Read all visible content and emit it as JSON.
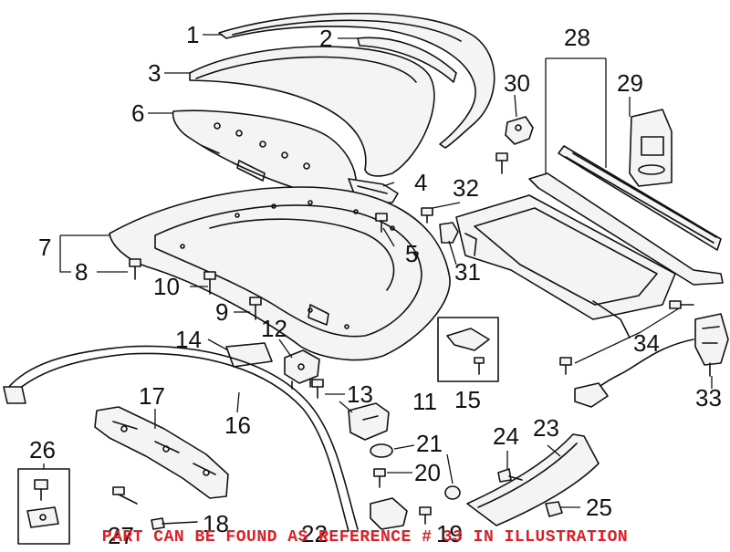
{
  "diagram": {
    "callouts": {
      "n1": "1",
      "n2": "2",
      "n3": "3",
      "n4": "4",
      "n5": "5",
      "n6": "6",
      "n7": "7",
      "n8": "8",
      "n9": "9",
      "n10": "10",
      "n11": "11",
      "n12": "12",
      "n13": "13",
      "n14": "14",
      "n15": "15",
      "n16": "16",
      "n17": "17",
      "n18": "18",
      "n19": "19",
      "n20": "20",
      "n21": "21",
      "n22": "22",
      "n23": "23",
      "n24": "24",
      "n25": "25",
      "n26": "26",
      "n27": "27",
      "n28": "28",
      "n29": "29",
      "n30": "30",
      "n31": "31",
      "n32": "32",
      "n33": "33",
      "n34": "34"
    },
    "footer_note": "PART CAN BE FOUND AS REFERENCE # 33 IN ILLUSTRATION",
    "footer_color": "#e21d24"
  }
}
